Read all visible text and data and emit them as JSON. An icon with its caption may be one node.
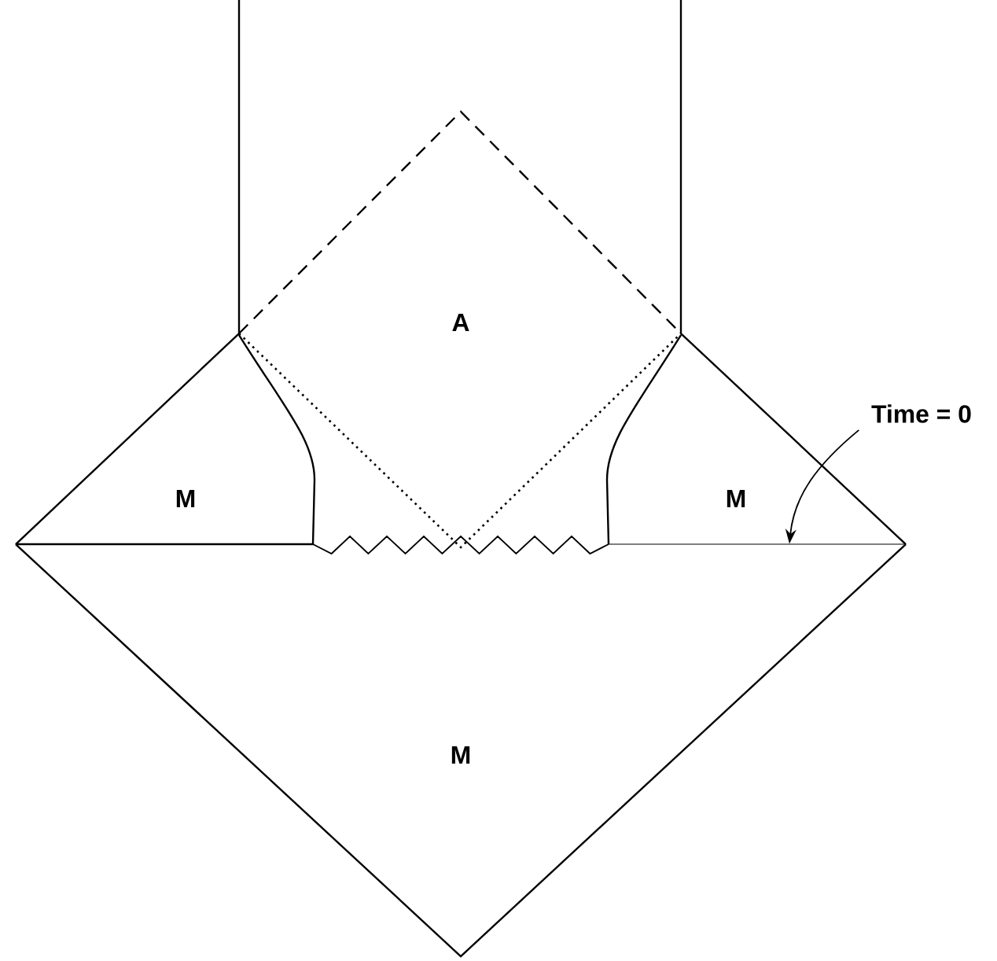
{
  "diagram": {
    "nodes": [
      {
        "text": [
          "Time = 0"
        ]
      },
      {
        "text": [],
        "shape": "line"
      }
    ],
    "edges": [
      {
        "from": 0,
        "to": 1,
        "arrow": "to"
      }
    ],
    "labels": [
      "A",
      "M",
      "M",
      "M"
    ]
  }
}
